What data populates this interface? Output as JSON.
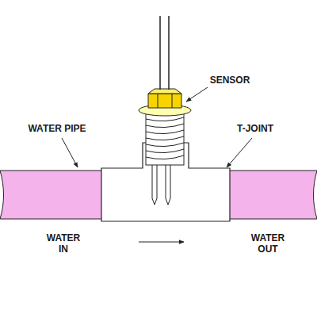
{
  "diagram": {
    "labels": [
      "SENSOR",
      "WATER PIPE",
      "T-JOINT",
      "WATER IN",
      "WATER OUT"
    ]
  }
}
